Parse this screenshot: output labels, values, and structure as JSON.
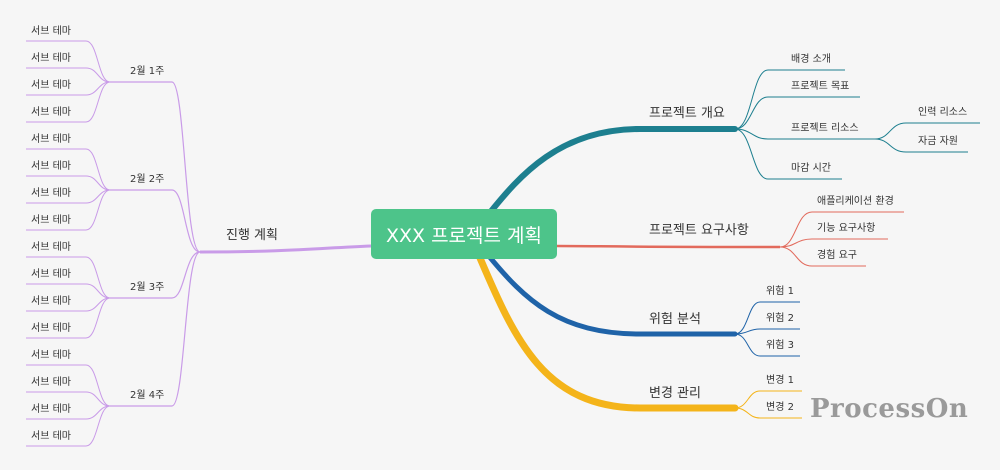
{
  "root": {
    "label": "XXX 프로젝트 계획"
  },
  "colors": {
    "background": "#f6f6f6",
    "root_fill": "#4dc48a",
    "overview": "#1d7f8f",
    "requirements": "#e26a5c",
    "risk": "#1f63a8",
    "change": "#f4b41a",
    "plan": "#c99be8"
  },
  "left": {
    "branch": "진행 계획",
    "weeks": [
      {
        "label": "2월 1주",
        "subs": [
          "서브 테마",
          "서브 테마",
          "서브 테마",
          "서브 테마"
        ]
      },
      {
        "label": "2월 2주",
        "subs": [
          "서브 테마",
          "서브 테마",
          "서브 테마",
          "서브 테마"
        ]
      },
      {
        "label": "2월 3주",
        "subs": [
          "서브 테마",
          "서브 테마",
          "서브 테마",
          "서브 테마"
        ]
      },
      {
        "label": "2월 4주",
        "subs": [
          "서브 테마",
          "서브 테마",
          "서브 테마",
          "서브 테마"
        ]
      }
    ]
  },
  "right": [
    {
      "label": "프로젝트 개요",
      "children": [
        {
          "label": "배경 소개"
        },
        {
          "label": "프로젝트 목표"
        },
        {
          "label": "프로젝트 리소스",
          "children": [
            "인력 리소스",
            "자금 자원"
          ]
        },
        {
          "label": "마감 시간"
        }
      ]
    },
    {
      "label": "프로젝트 요구사항",
      "children": [
        {
          "label": "애플리케이션 환경"
        },
        {
          "label": "기능 요구사항"
        },
        {
          "label": "경험 요구"
        }
      ]
    },
    {
      "label": "위험 분석",
      "children": [
        {
          "label": "위험 1"
        },
        {
          "label": "위험 2"
        },
        {
          "label": "위험 3"
        }
      ]
    },
    {
      "label": "변경 관리",
      "children": [
        {
          "label": "변경 1"
        },
        {
          "label": "변경 2"
        }
      ]
    }
  ],
  "watermark": "ProcessOn"
}
